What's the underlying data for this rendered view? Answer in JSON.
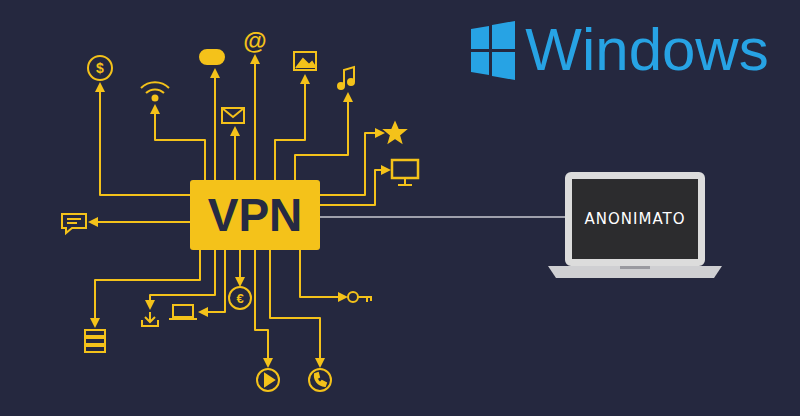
{
  "diagram": {
    "nodes": [
      {
        "text": [
          "VPN"
        ]
      },
      {
        "text": [
          "ANONIMATO"
        ]
      }
    ],
    "edges": [
      {
        "from": 0,
        "to": 1,
        "arrow": "none"
      }
    ],
    "labels": [
      "$",
      "@",
      "Windows",
      "€"
    ]
  }
}
